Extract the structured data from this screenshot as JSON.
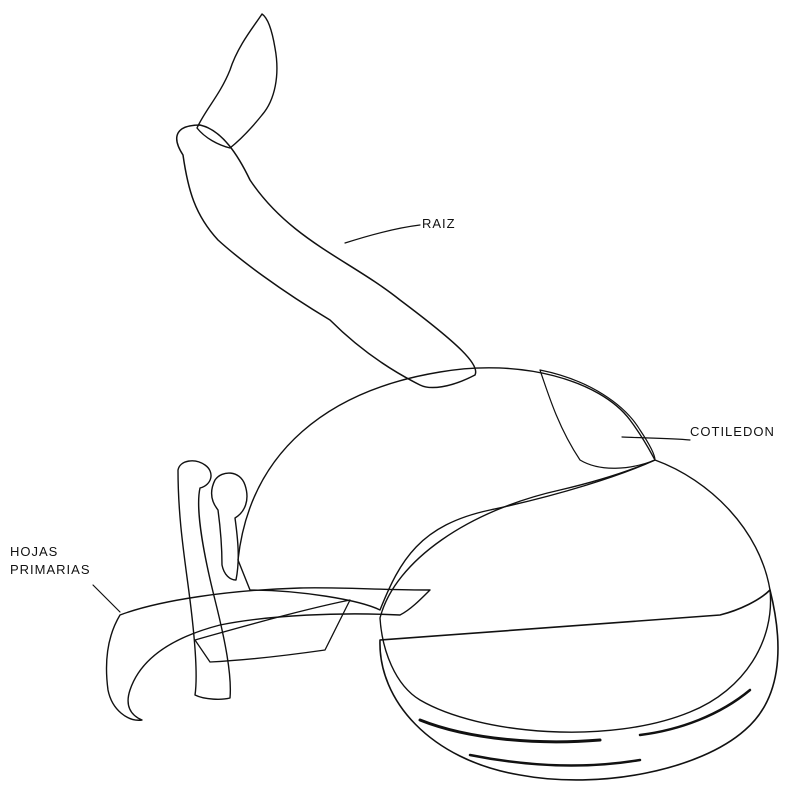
{
  "labels": {
    "raiz": "RAIZ",
    "cotiledon": "COTILEDON",
    "hojas_line1": "HOJAS",
    "hojas_line2": "PRIMARIAS"
  },
  "colors": {
    "ink": "#111111",
    "background": "#ffffff"
  }
}
